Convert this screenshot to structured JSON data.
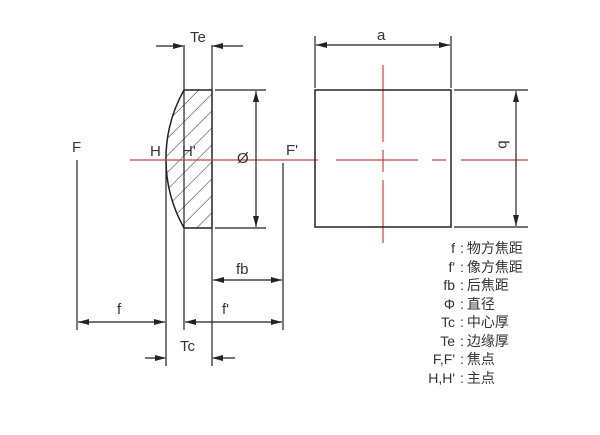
{
  "colors": {
    "line": "#222222",
    "centerline_red": "#cc4444",
    "text": "#333333"
  },
  "lens_diagram": {
    "labels": {
      "F": "F",
      "H": "H",
      "H_prime": "H'",
      "F_prime": "F'",
      "diameter_symbol": "Ø",
      "Te": "Te",
      "Tc": "Tc",
      "f": "f",
      "f_prime": "f'",
      "fb": "fb"
    }
  },
  "blank_diagram": {
    "labels": {
      "a": "a",
      "b": "b"
    }
  },
  "legend": {
    "separator": ":",
    "items": [
      {
        "symbol": "f",
        "desc": "物方焦距"
      },
      {
        "symbol": "f'",
        "desc": "像方焦距"
      },
      {
        "symbol": "fb",
        "desc": "后焦距"
      },
      {
        "symbol": "Φ",
        "desc": "直径"
      },
      {
        "symbol": "Tc",
        "desc": "中心厚"
      },
      {
        "symbol": "Te",
        "desc": "边缘厚"
      },
      {
        "symbol": "F,F'",
        "desc": "焦点"
      },
      {
        "symbol": "H,H'",
        "desc": "主点"
      }
    ]
  }
}
